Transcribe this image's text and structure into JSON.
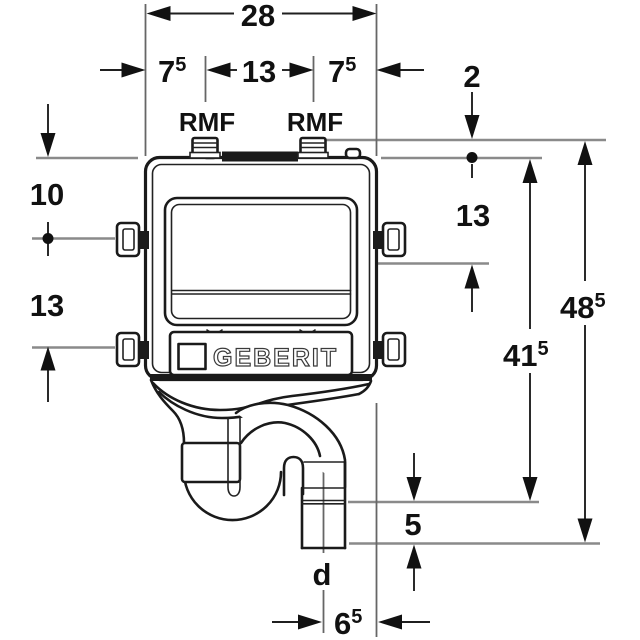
{
  "labels": {
    "port_left": "RMF",
    "port_right": "RMF",
    "outlet_diameter": "d",
    "brand": "GEBERIT"
  },
  "dimensions": {
    "total_width": "28",
    "left_port_offset": {
      "base": "7",
      "sup": "5"
    },
    "port_spacing": "13",
    "right_port_offset": {
      "base": "7",
      "sup": "5"
    },
    "port_height_above_top": "2",
    "top_to_upper_fixing": "10",
    "upper_to_lower_fixing": "13",
    "top_to_water_level": "13",
    "top_to_outlet_step": {
      "base": "41",
      "sup": "5"
    },
    "total_height": {
      "base": "48",
      "sup": "5"
    },
    "outlet_step_height": "5",
    "outlet_horizontal_offset": {
      "base": "6",
      "sup": "5"
    }
  },
  "colors": {
    "line": "#1a1a1a",
    "dimension": "#111111",
    "reference": "#8a8a8a",
    "background": "#ffffff"
  }
}
